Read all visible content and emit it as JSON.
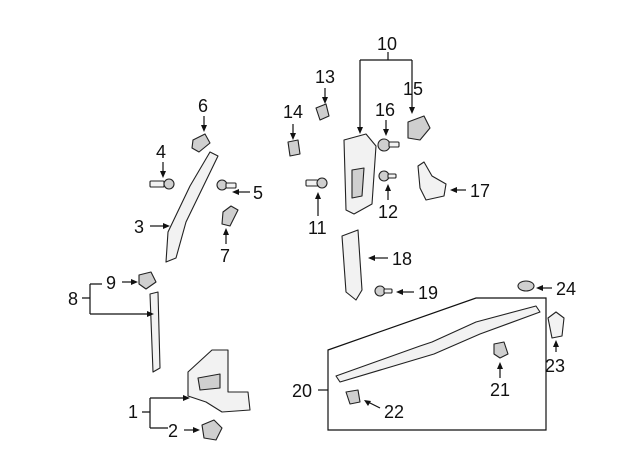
{
  "diagram": {
    "callouts": [
      {
        "id": "c1",
        "text": "1"
      },
      {
        "id": "c2",
        "text": "2"
      },
      {
        "id": "c3",
        "text": "3"
      },
      {
        "id": "c4",
        "text": "4"
      },
      {
        "id": "c5",
        "text": "5"
      },
      {
        "id": "c6",
        "text": "6"
      },
      {
        "id": "c7",
        "text": "7"
      },
      {
        "id": "c8",
        "text": "8"
      },
      {
        "id": "c9",
        "text": "9"
      },
      {
        "id": "c10",
        "text": "10"
      },
      {
        "id": "c11",
        "text": "11"
      },
      {
        "id": "c12",
        "text": "12"
      },
      {
        "id": "c13",
        "text": "13"
      },
      {
        "id": "c14",
        "text": "14"
      },
      {
        "id": "c15",
        "text": "15"
      },
      {
        "id": "c16",
        "text": "16"
      },
      {
        "id": "c17",
        "text": "17"
      },
      {
        "id": "c18",
        "text": "18"
      },
      {
        "id": "c19",
        "text": "19"
      },
      {
        "id": "c20",
        "text": "20"
      },
      {
        "id": "c21",
        "text": "21"
      },
      {
        "id": "c22",
        "text": "22"
      },
      {
        "id": "c23",
        "text": "23"
      },
      {
        "id": "c24",
        "text": "24"
      }
    ],
    "colors": {
      "line": "#111111",
      "part_fill": "#f2f2f2",
      "part_shade": "#cfcfcf",
      "background": "#ffffff"
    }
  }
}
